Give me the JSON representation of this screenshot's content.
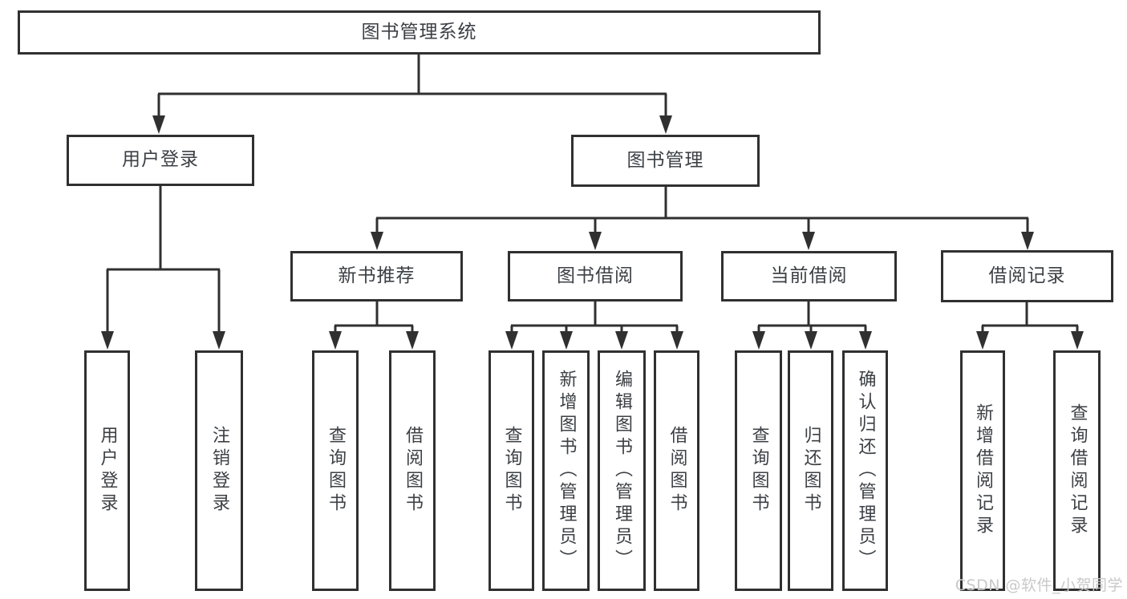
{
  "diagram": {
    "root": {
      "label": "图书管理系统"
    },
    "login": {
      "label": "用户登录",
      "leaves": [
        {
          "label": "用户登录"
        },
        {
          "label": "注销登录"
        }
      ]
    },
    "management": {
      "label": "图书管理",
      "groups": [
        {
          "label": "新书推荐",
          "leaves": [
            {
              "label": "查询图书"
            },
            {
              "label": "借阅图书"
            }
          ]
        },
        {
          "label": "图书借阅",
          "leaves": [
            {
              "label": "查询图书"
            },
            {
              "label": "新增图书（管理员）"
            },
            {
              "label": "编辑图书（管理员）"
            },
            {
              "label": "借阅图书"
            }
          ]
        },
        {
          "label": "当前借阅",
          "leaves": [
            {
              "label": "查询图书"
            },
            {
              "label": "归还图书"
            },
            {
              "label": "确认归还（管理员）"
            }
          ]
        },
        {
          "label": "借阅记录",
          "leaves": [
            {
              "label": "新增借阅记录"
            },
            {
              "label": "查询借阅记录"
            }
          ]
        }
      ]
    }
  },
  "watermark": {
    "text": "CSDN @软件_小贺同学"
  },
  "colors": {
    "line": "#303030",
    "box_border": "#303030",
    "text": "#3c4045",
    "watermark": "#c9c9c9",
    "background": "#ffffff"
  }
}
